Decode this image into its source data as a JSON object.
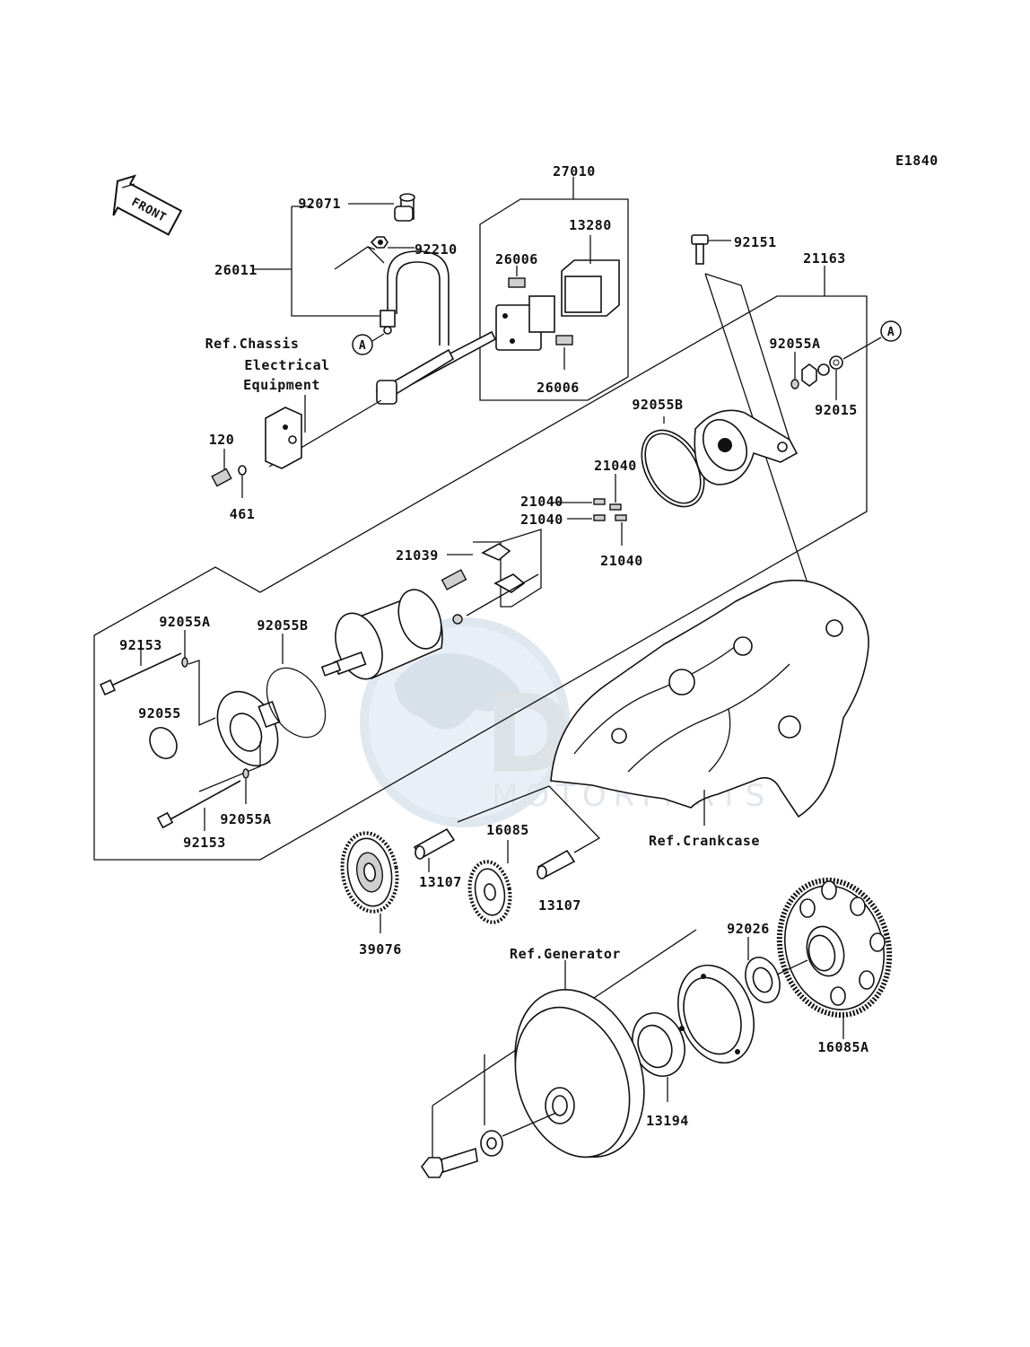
{
  "diagram": {
    "code": "E1840",
    "front_label": "FRONT",
    "watermark": {
      "brand": "DSN",
      "sub": "MOTORPARTS"
    },
    "refs": {
      "chassis_line1": "Ref.Chassis",
      "chassis_line2": "Electrical",
      "chassis_line3": "Equipment",
      "crankcase": "Ref.Crankcase",
      "generator": "Ref.Generator"
    },
    "callout_a": "A",
    "parts": {
      "p27010": "27010",
      "p13280": "13280",
      "p26006_top": "26006",
      "p26006_bottom": "26006",
      "p92071": "92071",
      "p92210": "92210",
      "p26011": "26011",
      "p92151": "92151",
      "p21163": "21163",
      "p92055A_top": "92055A",
      "p92015": "92015",
      "p92055B_top": "92055B",
      "p120": "120",
      "p461": "461",
      "p21040_a": "21040",
      "p21040_b": "21040",
      "p21040_c": "21040",
      "p21040_d": "21040",
      "p21039": "21039",
      "p92055A_left": "92055A",
      "p92055B_left": "92055B",
      "p92153_top": "92153",
      "p92055": "92055",
      "p92055A_bottom": "92055A",
      "p92153_bottom": "92153",
      "p16085": "16085",
      "p13107_a": "13107",
      "p13107_b": "13107",
      "p39076": "39076",
      "p92026": "92026",
      "p16085A": "16085A",
      "p13194": "13194"
    }
  }
}
